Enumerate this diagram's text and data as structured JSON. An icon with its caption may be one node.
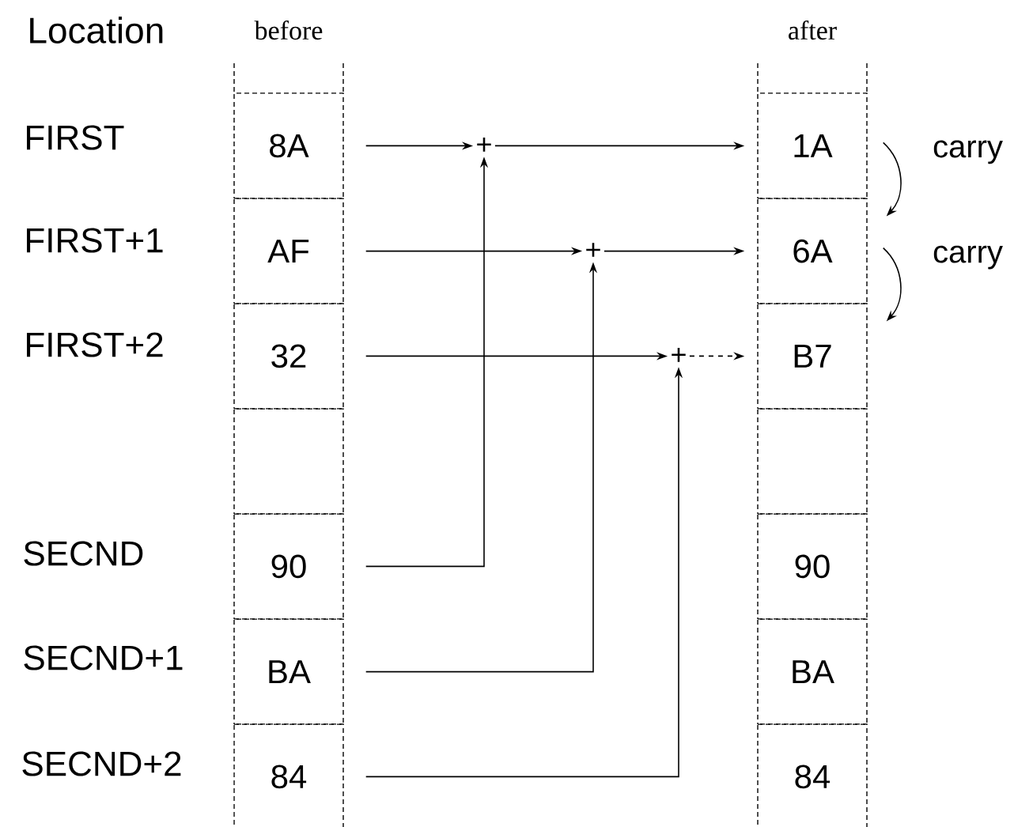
{
  "diagram": {
    "nodes": [
      {
        "text": [
          "8A"
        ]
      },
      {
        "text": [
          "AF"
        ]
      },
      {
        "text": [
          "32"
        ]
      },
      {
        "text": [],
        "shape": "box"
      },
      {
        "text": [
          "90"
        ]
      },
      {
        "text": [
          "BA"
        ]
      },
      {
        "text": [
          "84"
        ]
      },
      {
        "text": [
          "1A"
        ]
      },
      {
        "text": [
          "6A"
        ]
      },
      {
        "text": [
          "B7"
        ]
      },
      {
        "text": [],
        "shape": "box"
      },
      {
        "text": [
          "90"
        ]
      },
      {
        "text": [
          "BA"
        ]
      },
      {
        "text": [
          "84"
        ]
      },
      {
        "text": [
          "+"
        ]
      },
      {
        "text": [
          "+"
        ]
      },
      {
        "text": [
          "+"
        ]
      }
    ],
    "edges": [
      {
        "from": 0,
        "to": 14,
        "arrow": "to"
      },
      {
        "from": 14,
        "to": 7,
        "arrow": "to"
      },
      {
        "from": 1,
        "to": 15,
        "arrow": "to"
      },
      {
        "from": 15,
        "to": 8,
        "arrow": "to"
      },
      {
        "from": 2,
        "to": 16,
        "arrow": "to"
      },
      {
        "from": 16,
        "to": 9,
        "arrow": "to",
        "style": "dashed"
      },
      {
        "from": 4,
        "to": 14,
        "arrow": "to"
      },
      {
        "from": 5,
        "to": 15,
        "arrow": "to"
      },
      {
        "from": 6,
        "to": 16,
        "arrow": "to"
      },
      {
        "from": 7,
        "to": 8,
        "arrow": "to",
        "label": "carry"
      },
      {
        "from": 8,
        "to": 9,
        "arrow": "to",
        "label": "carry"
      }
    ],
    "labels": [
      "Location",
      "before",
      "after",
      "FIRST",
      "FIRST+1",
      "FIRST+2",
      "SECND",
      "SECND+1",
      "SECND+2"
    ]
  }
}
